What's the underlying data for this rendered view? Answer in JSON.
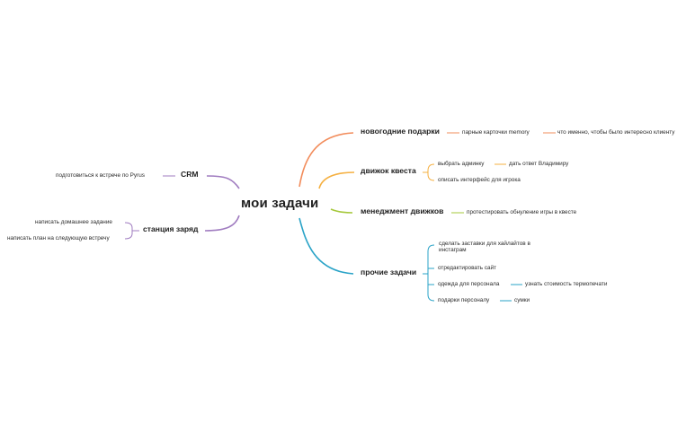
{
  "root": "мои задачи",
  "colors": {
    "orange": "#F28C5B",
    "amber": "#F5B041",
    "lime": "#A5C83B",
    "cyan": "#2AA3C7",
    "purple": "#A07CC0"
  },
  "branches": {
    "gifts": {
      "label": "новогодние подарки",
      "child": "парные карточки memory",
      "grandchild": "что именно, чтобы было интересно клиенту"
    },
    "engine": {
      "label": "движок квеста",
      "child1": "выбрать админку",
      "child1_sub": "дать ответ Владимиру",
      "child2": "описать интерфейс для игрока"
    },
    "mgmt": {
      "label": "менеджмент движков",
      "child": "протестировать обнуление игры в квесте"
    },
    "other": {
      "label": "прочие задачи",
      "c1": "сделать заставки для хайлайтов в инстаграм",
      "c2": "отредактировать сайт",
      "c3": "одежда для персонала",
      "c3_sub": "узнать стоимость термопечати",
      "c4": "подарки персоналу",
      "c4_sub": "сумки"
    },
    "crm": {
      "label": "CRM",
      "child": "подготовиться к встрече по Pyrus"
    },
    "station": {
      "label": "станция заряд",
      "c1": "написать домашнее задание",
      "c2": "написать план на следующую встречу"
    }
  }
}
